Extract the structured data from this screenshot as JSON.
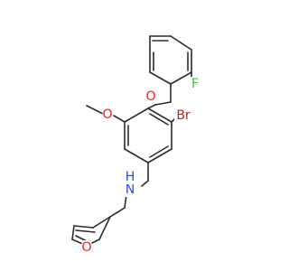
{
  "colors": {
    "bond": "#2b2b2b",
    "F": "#33cc33",
    "O": "#e8231b",
    "Br": "#a52a2a",
    "N": "#2a4bd7",
    "H": "#2a4bd7",
    "background": "#ffffff"
  },
  "atoms": [
    {
      "name": "fluorine-label",
      "text": "F",
      "element": "F"
    },
    {
      "name": "ether-oxygen-label",
      "text": "O",
      "element": "O"
    },
    {
      "name": "methoxy-oxygen-label",
      "text": "O",
      "element": "O"
    },
    {
      "name": "bromine-label",
      "text": "Br",
      "element": "Br"
    },
    {
      "name": "amine-nitrogen-label",
      "text": "N",
      "element": "N"
    },
    {
      "name": "amine-hydrogen-label",
      "text": "H",
      "element": "H"
    },
    {
      "name": "furan-oxygen-label",
      "text": "O",
      "element": "O"
    }
  ]
}
